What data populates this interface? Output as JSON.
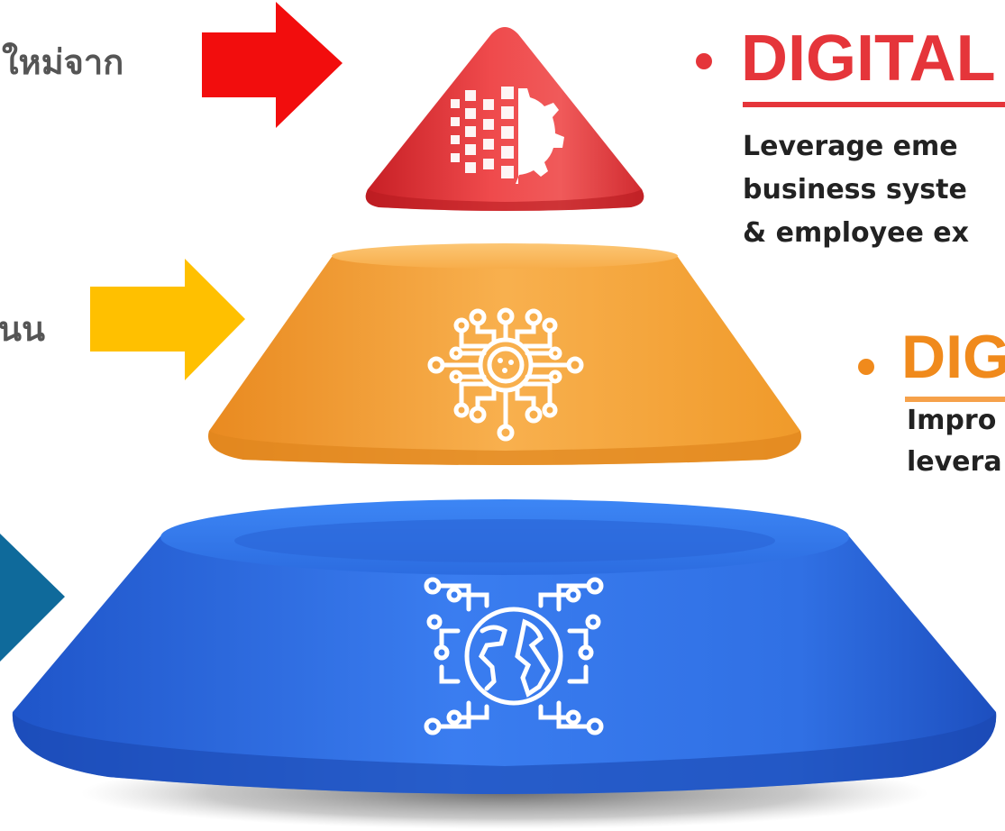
{
  "left_labels": {
    "top": "ใหม่จาก",
    "middle": "นน"
  },
  "right_panel": {
    "top": {
      "heading": "DIGITAL",
      "lines": [
        "Leverage eme",
        "business syste",
        "& employee ex"
      ]
    },
    "middle": {
      "heading": "DIG",
      "lines": [
        "Impro",
        "levera"
      ]
    }
  },
  "colors": {
    "red": "#e8383b",
    "orange": "#f5a43a",
    "blue": "#2f6ee0",
    "arrow_red": "#f20d0d",
    "arrow_yellow": "#ffc000",
    "arrow_blue": "#0f6a9b",
    "heading_red": "#e5353a",
    "heading_orange": "#f08a1c"
  },
  "icons": {
    "top_tier": "digital-gear-icon",
    "middle_tier": "circuit-chip-icon",
    "bottom_tier": "circuit-globe-icon"
  }
}
